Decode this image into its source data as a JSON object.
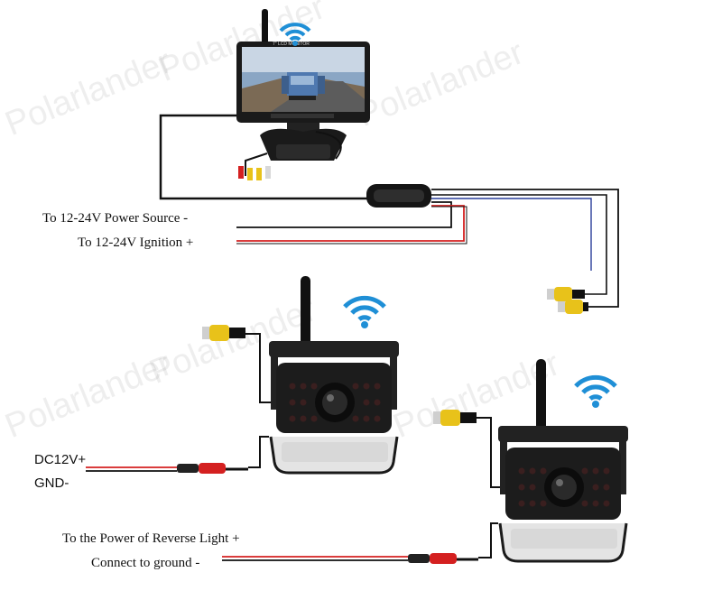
{
  "watermark": {
    "text": "Polarlander"
  },
  "monitor": {
    "screen_caption": "7\" LCD MONITOR"
  },
  "labels": {
    "power_source": "To 12-24V Power Source -",
    "ignition": "To 12-24V Ignition +",
    "dc12v": "DC12V+",
    "gnd": "GND-",
    "reverse_light": "To the Power of Reverse Light +",
    "connect_ground": "Connect to ground -"
  },
  "colors": {
    "wire_black": "#111111",
    "wire_red": "#d42020",
    "wire_blue": "#2a3f9a",
    "wifi_blue": "#1f8fd6",
    "rca_yellow": "#e8c21a",
    "camera_body": "#1c1c1c",
    "bracket": "#e4e4e4"
  }
}
